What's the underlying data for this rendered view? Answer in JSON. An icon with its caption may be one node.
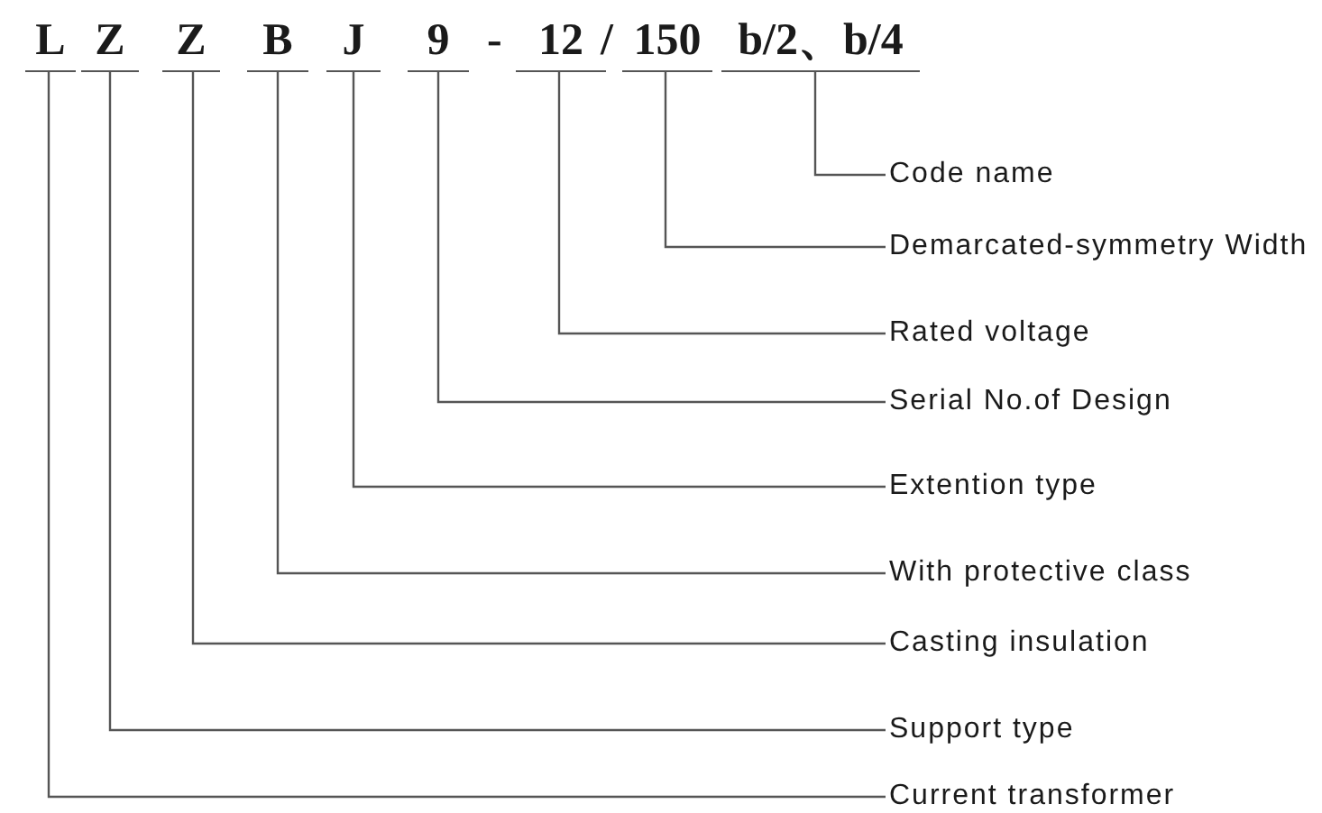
{
  "diagram": {
    "nodes": [
      {
        "text": [
          "L"
        ]
      },
      {
        "text": [
          "Z"
        ]
      },
      {
        "text": [
          "Z"
        ]
      },
      {
        "text": [
          "B"
        ]
      },
      {
        "text": [
          "J"
        ]
      },
      {
        "text": [
          "9"
        ]
      },
      {
        "text": [
          "12"
        ]
      },
      {
        "text": [
          "150"
        ]
      },
      {
        "text": [
          "b/2、b/4"
        ]
      },
      {
        "text": [
          "Code name"
        ]
      },
      {
        "text": [
          "Demarcated-symmetry Width"
        ]
      },
      {
        "text": [
          "Rated voltage"
        ]
      },
      {
        "text": [
          "Serial No.of Design"
        ]
      },
      {
        "text": [
          "Extention type"
        ]
      },
      {
        "text": [
          "With protective class"
        ]
      },
      {
        "text": [
          "Casting insulation"
        ]
      },
      {
        "text": [
          "Support type"
        ]
      },
      {
        "text": [
          "Current transformer"
        ]
      }
    ],
    "edges": [
      {
        "from": 8,
        "to": 9,
        "arrow": "none"
      },
      {
        "from": 7,
        "to": 10,
        "arrow": "none"
      },
      {
        "from": 6,
        "to": 11,
        "arrow": "none"
      },
      {
        "from": 5,
        "to": 12,
        "arrow": "none"
      },
      {
        "from": 4,
        "to": 13,
        "arrow": "none"
      },
      {
        "from": 3,
        "to": 14,
        "arrow": "none"
      },
      {
        "from": 2,
        "to": 15,
        "arrow": "none"
      },
      {
        "from": 1,
        "to": 16,
        "arrow": "none"
      },
      {
        "from": 0,
        "to": 17,
        "arrow": "none"
      }
    ],
    "labels": [
      "-",
      "/"
    ]
  }
}
